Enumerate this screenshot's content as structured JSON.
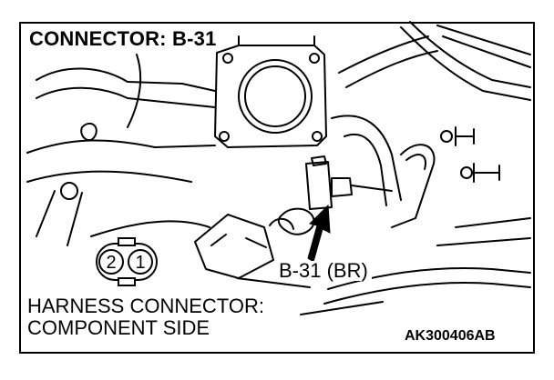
{
  "diagram": {
    "title": "CONNECTOR: B-31",
    "callout": "B-31 (BR)",
    "connector_pins": [
      "2",
      "1"
    ],
    "view_note_line1": "HARNESS CONNECTOR:",
    "view_note_line2": "COMPONENT SIDE",
    "figure_code": "AK300406AB"
  }
}
